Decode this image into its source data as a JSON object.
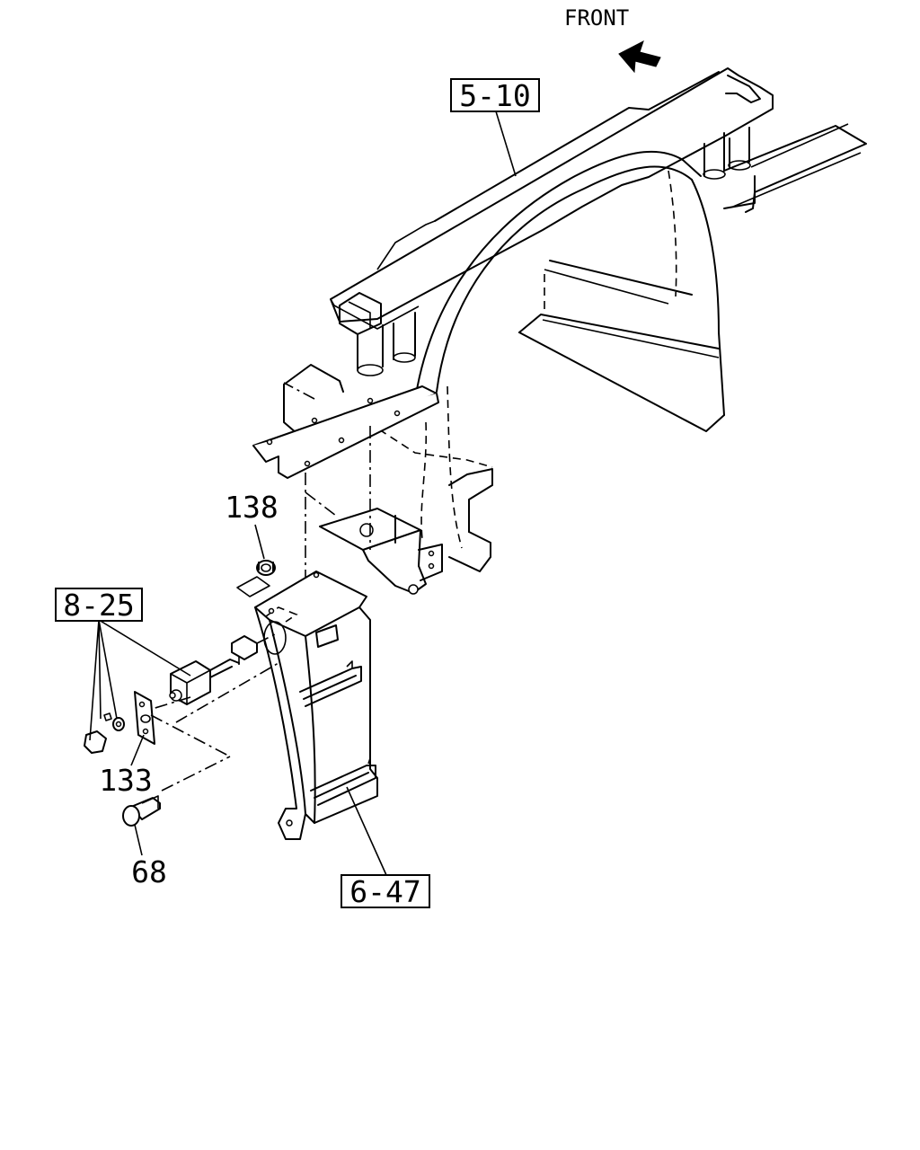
{
  "direction_label": "FRONT",
  "callouts": {
    "ref_frame": "5-10",
    "ref_switch": "8-25",
    "ref_step": "6-47",
    "part_nut": "138",
    "part_plate": "133",
    "part_bolt": "68"
  },
  "icons": {
    "front_arrow": "arrow-left-up-icon"
  }
}
